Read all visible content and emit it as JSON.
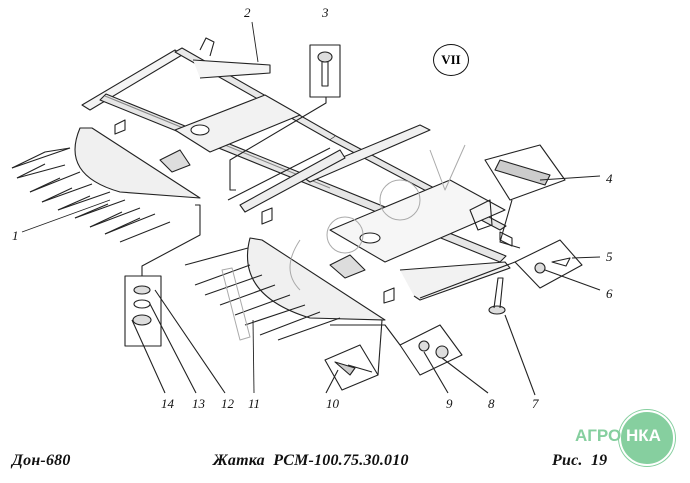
{
  "view_marker": "VII",
  "callouts": [
    "1",
    "2",
    "3",
    "4",
    "5",
    "6",
    "7",
    "8",
    "9",
    "10",
    "11",
    "12",
    "13",
    "14"
  ],
  "caption": {
    "model": "Дон-680",
    "title": "Жатка  РСМ-100.75.30.010",
    "figure": "Рис.  19"
  },
  "logo": {
    "left": "АГРО",
    "right": "НКА",
    "color": "#86cf9f"
  }
}
